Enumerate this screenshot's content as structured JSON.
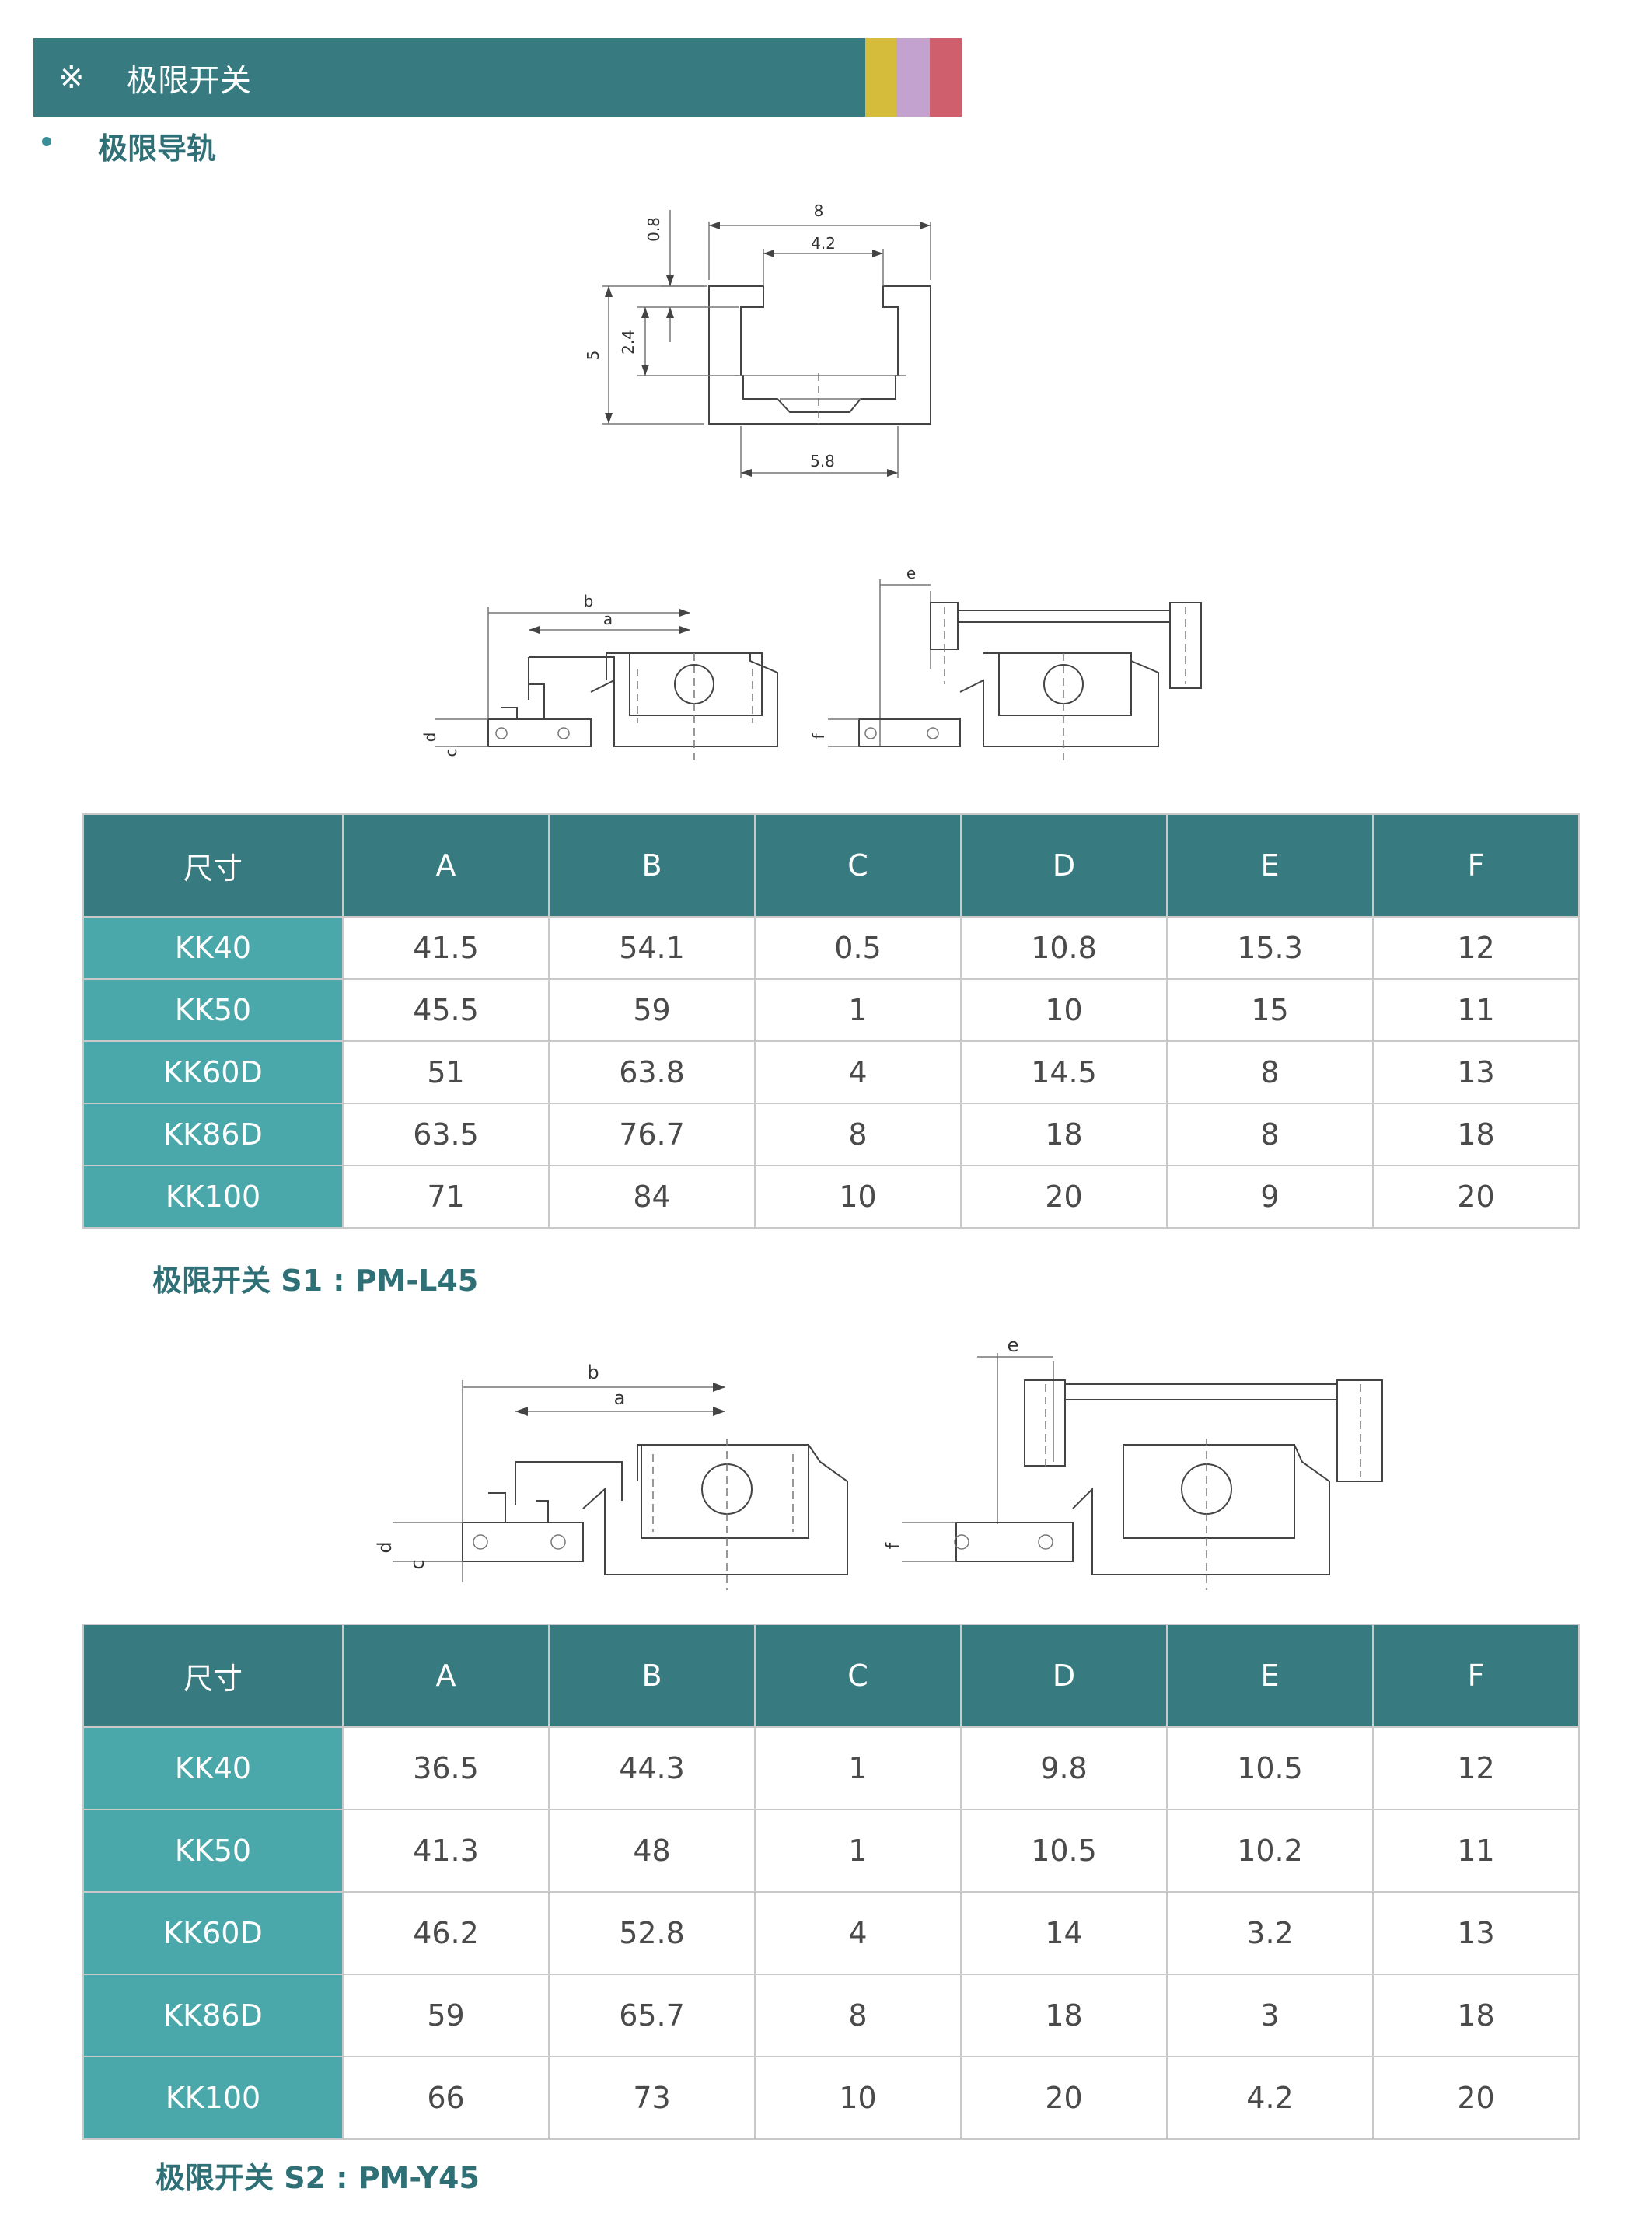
{
  "header": {
    "mark": "※",
    "title": "极限开关",
    "strip_colors": [
      "#d5bc3a",
      "#c4a2cf",
      "#cf5f6c"
    ]
  },
  "section": {
    "title": "极限导轨"
  },
  "rail_drawing": {
    "dim_top": "8",
    "dim_inner": "4.2",
    "dim_bottom": "5.8",
    "dim_height": "5",
    "dim_slot": "2.4",
    "dim_lip": "0.8"
  },
  "switch_drawing_labels": {
    "a": "a",
    "b": "b",
    "c": "c",
    "d": "d",
    "e": "e",
    "f": "f"
  },
  "table1": {
    "headers": [
      "尺寸",
      "A",
      "B",
      "C",
      "D",
      "E",
      "F"
    ],
    "rows": [
      [
        "KK40",
        "41.5",
        "54.1",
        "0.5",
        "10.8",
        "15.3",
        "12"
      ],
      [
        "KK50",
        "45.5",
        "59",
        "1",
        "10",
        "15",
        "11"
      ],
      [
        "KK60D",
        "51",
        "63.8",
        "4",
        "14.5",
        "8",
        "13"
      ],
      [
        "KK86D",
        "63.5",
        "76.7",
        "8",
        "18",
        "8",
        "18"
      ],
      [
        "KK100",
        "71",
        "84",
        "10",
        "20",
        "9",
        "20"
      ]
    ],
    "caption": "极限开关 S1 : PM-L45"
  },
  "table2": {
    "headers": [
      "尺寸",
      "A",
      "B",
      "C",
      "D",
      "E",
      "F"
    ],
    "rows": [
      [
        "KK40",
        "36.5",
        "44.3",
        "1",
        "9.8",
        "10.5",
        "12"
      ],
      [
        "KK50",
        "41.3",
        "48",
        "1",
        "10.5",
        "10.2",
        "11"
      ],
      [
        "KK60D",
        "46.2",
        "52.8",
        "4",
        "14",
        "3.2",
        "13"
      ],
      [
        "KK86D",
        "59",
        "65.7",
        "8",
        "18",
        "3",
        "18"
      ],
      [
        "KK100",
        "66",
        "73",
        "10",
        "20",
        "4.2",
        "20"
      ]
    ],
    "caption": "极限开关 S2 : PM-Y45"
  }
}
